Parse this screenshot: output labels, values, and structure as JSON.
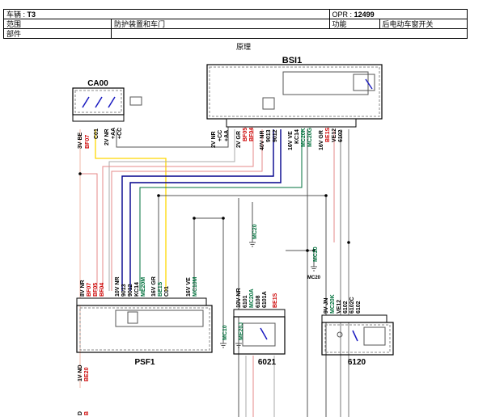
{
  "header": {
    "vehicle_label": "车辆",
    "vehicle_value": "T3",
    "opr_label": "OPR",
    "opr_value": "12499",
    "scope_label": "范围",
    "scope_value": "防护装置和车门",
    "function_label": "功能",
    "function_value": "后电动车窗开关",
    "part_label": "部件",
    "part_value": ""
  },
  "caption": "原理",
  "components": {
    "bsi": "BSI1",
    "ca00": "CA00",
    "psf1": "PSF1",
    "c6021": "6021",
    "c6120": "6120"
  },
  "ca00_labels": [
    "3V BE",
    "BF07",
    "C01",
    "2V NR",
    "+AA",
    "+CC"
  ],
  "bsi_labels": [
    "2V NR",
    "+CC",
    "+AA",
    "2V GR",
    "BF05",
    "BF04",
    "40V NR",
    "9013",
    "9012",
    "16V VE",
    "KC14",
    "MC20K",
    "MC20G",
    "16V GR",
    "BE1S",
    "VE12",
    "6102"
  ],
  "psf1_labels": [
    "8V NR",
    "BF07",
    "BF05",
    "BF04",
    "10V NR",
    "9013",
    "9012",
    "KC14",
    "ME20M",
    "16V GR",
    "BE1S",
    "C01",
    "16V VE",
    "MC10M"
  ],
  "ground_labels": [
    "MC20",
    "MC20",
    "MC10",
    "ME20J",
    "MC20"
  ],
  "c6021_labels": [
    "10V NR",
    "6101",
    "MC20A",
    "6108",
    "6101A",
    "BE1S"
  ],
  "c6120_labels": [
    "9V JN",
    "MC20K",
    "VE12",
    "6102",
    "6102C",
    "6102"
  ],
  "bottom_labels": [
    "1V ND",
    "BE20",
    "D",
    "B"
  ],
  "colors": {
    "red": "#cc0000",
    "green": "#00703c",
    "blue": "#00008b",
    "yellow": "#ffd800",
    "pink": "#e58a8a",
    "salmon": "#f2b8a8"
  }
}
